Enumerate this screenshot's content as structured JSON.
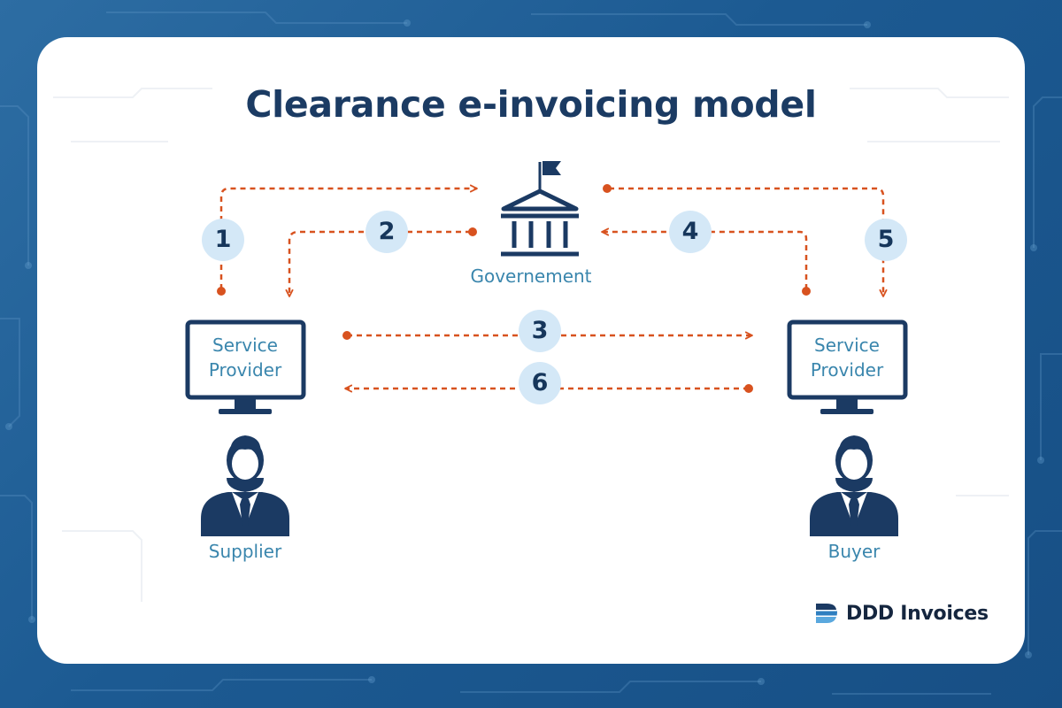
{
  "title": "Clearance e-invoicing model",
  "nodes": {
    "government": "Governement",
    "supplier_service_provider": [
      "Service",
      "Provider"
    ],
    "buyer_service_provider": [
      "Service",
      "Provider"
    ],
    "supplier": "Supplier",
    "buyer": "Buyer"
  },
  "steps": [
    "1",
    "2",
    "3",
    "4",
    "5",
    "6"
  ],
  "brand": {
    "name": "DDD Invoices"
  },
  "colors": {
    "arrow": "#d8521f",
    "icon_navy": "#1b3a63",
    "label_blue": "#3a86ad",
    "badge_bg": "#d4e8f7",
    "background": "#1f5f97"
  },
  "icons": [
    "government-building-icon",
    "monitor-icon",
    "person-icon",
    "ddd-logo-icon"
  ]
}
